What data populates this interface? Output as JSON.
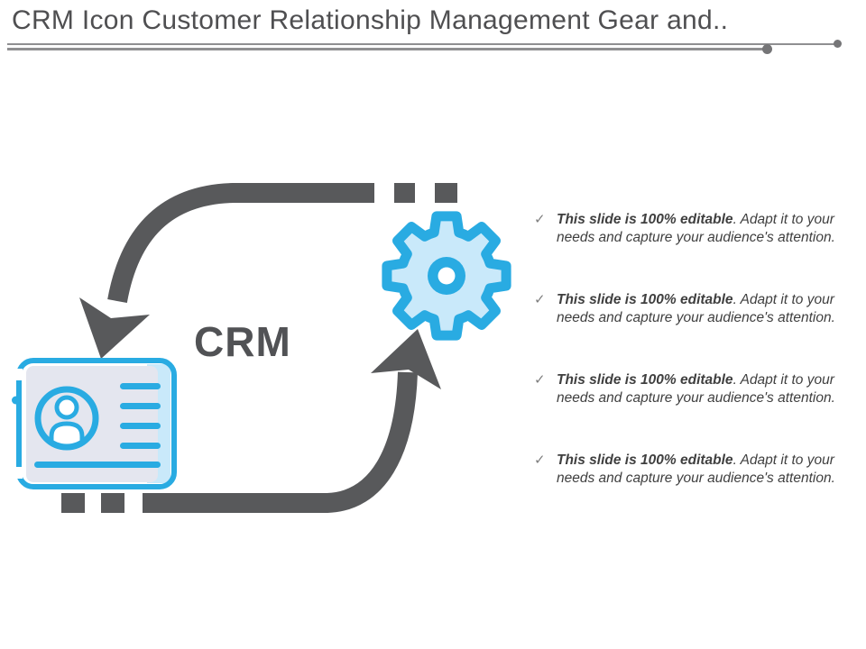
{
  "header": {
    "title": "CRM Icon Customer Relationship Management Gear and.."
  },
  "diagram": {
    "center_label": "CRM"
  },
  "bullets": {
    "check_glyph": "✓",
    "items": [
      {
        "bold": "This slide is 100% editable",
        "rest": ". Adapt it to your needs and capture your audience's attention."
      },
      {
        "bold": "This slide is 100% editable",
        "rest": ". Adapt it to your needs and capture your audience's attention."
      },
      {
        "bold": "This slide is 100% editable",
        "rest": ". Adapt it to your needs and capture your audience's attention."
      },
      {
        "bold": "This slide is 100% editable",
        "rest": ". Adapt it to your needs and capture your audience's attention."
      }
    ]
  },
  "colors": {
    "accent_blue": "#29abe2",
    "light_blue": "#c9e9fa",
    "arrow_gray": "#58595b",
    "card_panel_gray": "#e4e6ef",
    "title_gray": "#4f4f51",
    "body_text_gray": "#3f3f3f"
  }
}
